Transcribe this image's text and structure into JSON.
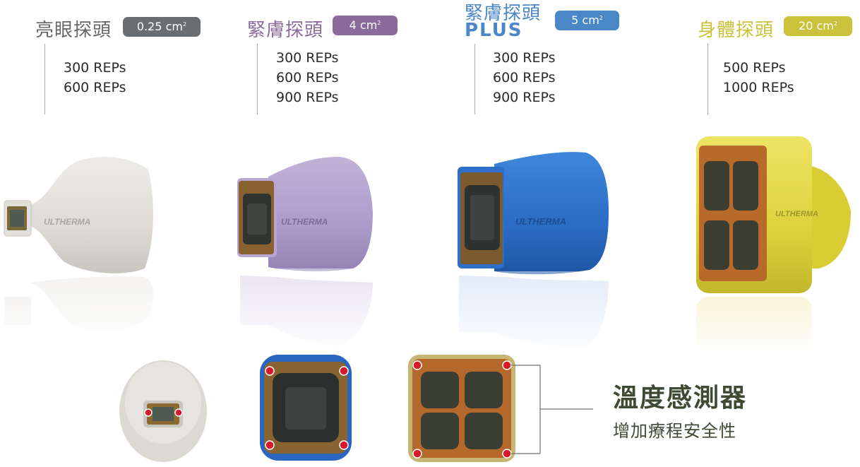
{
  "probes": [
    {
      "name": "亮眼探頭",
      "name_line2": "",
      "area": "0.25 cm",
      "area_sup": "2",
      "reps": [
        "300 REPs",
        "600 REPs"
      ],
      "color": "#666666",
      "badge_color": "#6b6e71",
      "brand": "ULTHERMA"
    },
    {
      "name": "緊膚探頭",
      "name_line2": "",
      "area": "4 cm",
      "area_sup": "2",
      "reps": [
        "300 REPs",
        "600 REPs",
        "900 REPs"
      ],
      "color": "#8a6a9a",
      "badge_color": "#8a6a9a",
      "brand": "ULTHERMA"
    },
    {
      "name": "緊膚探頭",
      "name_line2": "PLUS",
      "area": "5 cm",
      "area_sup": "2",
      "reps": [
        "300 REPs",
        "600 REPs",
        "900 REPs"
      ],
      "color": "#4a87c6",
      "badge_color": "#4a87c6",
      "brand": "ULTHERMA"
    },
    {
      "name": "身體探頭",
      "name_line2": "",
      "area": "20 cm",
      "area_sup": "2",
      "reps": [
        "500 REPs",
        "1000 REPs"
      ],
      "color": "#c9c23a",
      "badge_color": "#c9c23a",
      "brand": "ULTHERMA"
    }
  ],
  "callout": {
    "title": "溫度感測器",
    "subtitle": "增加療程安全性"
  },
  "colors": {
    "callout_text": "#3e4a33",
    "sensor_dot": "#d7192a"
  }
}
